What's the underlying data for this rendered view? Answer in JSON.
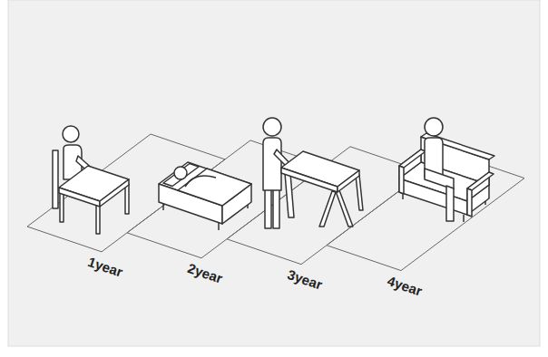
{
  "diagram": {
    "labels": [
      "1year",
      "2year",
      "3year",
      "4year"
    ]
  }
}
